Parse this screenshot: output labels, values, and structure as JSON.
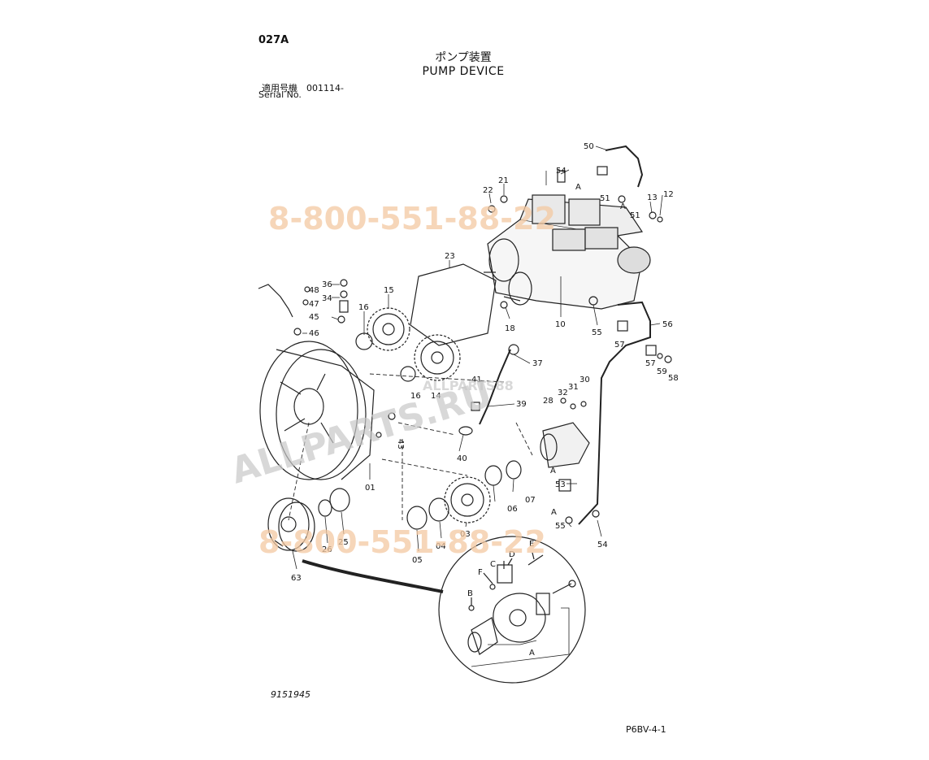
{
  "header": {
    "code": "027A",
    "title_jp": "ポンプ装置",
    "title_en": "PUMP DEVICE",
    "serial_jp": "適用号機　001114-",
    "serial_en": "Serial No."
  },
  "footer": {
    "drawing_number": "9151945",
    "page_ref": "P6BV-4-1"
  },
  "watermarks": {
    "phone_top": "8-800-551-88-22",
    "phone_bottom": "8-800-551-88-22",
    "site_main": "ALLPARTS.RU",
    "site_small": "ALLPARTS88"
  },
  "callouts": [
    "50",
    "54",
    "21",
    "22",
    "A",
    "51",
    "A",
    "13",
    "12",
    "51",
    "23",
    "15",
    "36",
    "48",
    "47",
    "34",
    "45",
    "46",
    "16",
    "18",
    "10",
    "55",
    "56",
    "57",
    "37",
    "41",
    "16",
    "14",
    "39",
    "32",
    "31",
    "30",
    "28",
    "57",
    "59",
    "58",
    "43",
    "01",
    "40",
    "A",
    "53",
    "07",
    "06",
    "25",
    "26",
    "03",
    "04",
    "05",
    "55",
    "A",
    "54",
    "63",
    "E",
    "D",
    "C",
    "F",
    "B",
    "A"
  ]
}
